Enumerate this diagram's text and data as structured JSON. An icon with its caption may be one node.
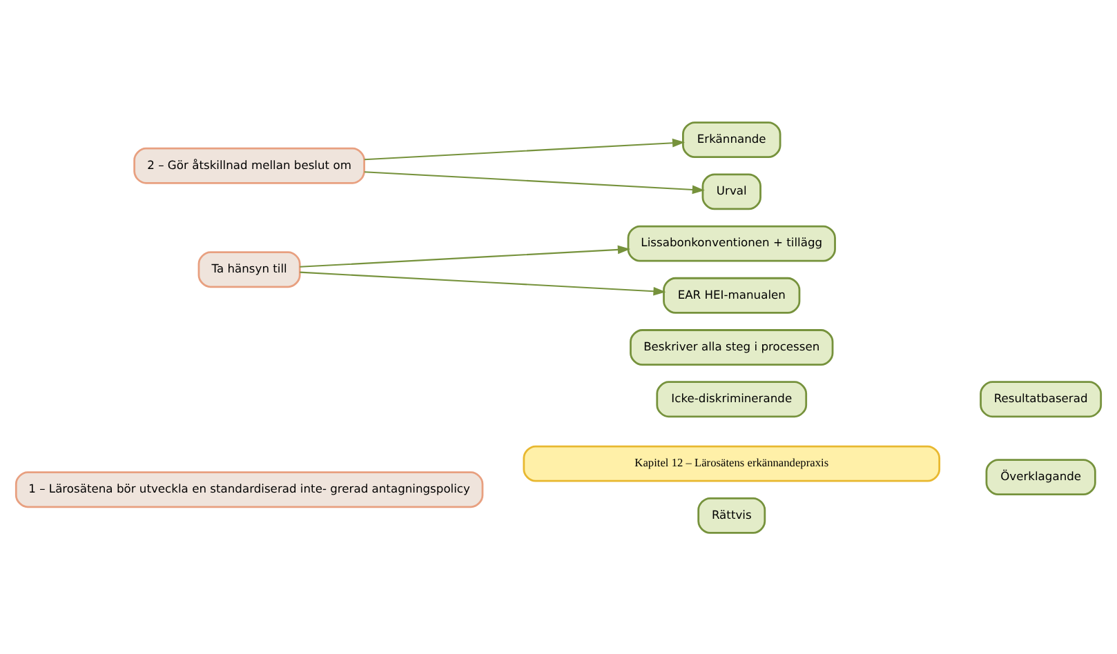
{
  "diagram": {
    "nodes": [
      {
        "text": [
          "Kapitel 12 – Lärosätens erkännandepraxis"
        ]
      },
      {
        "text": [
          "1 – Lärosätena bör utveckla en standardiserad inte- grerad antagningspolicy"
        ]
      },
      {
        "text": [
          "Rättvis"
        ]
      },
      {
        "text": [
          "Icke-diskriminerande"
        ]
      },
      {
        "text": [
          "Beskriver alla steg i processen"
        ]
      },
      {
        "text": [
          "Överklagande"
        ]
      },
      {
        "text": [
          "Resultatbaserad"
        ]
      },
      {
        "text": [
          "Ta hänsyn till"
        ]
      },
      {
        "text": [
          "Lissabonkonventionen + tillägg"
        ]
      },
      {
        "text": [
          "EAR HEI-manualen"
        ]
      },
      {
        "text": [
          "2 – Gör åtskillnad mellan beslut om"
        ]
      },
      {
        "text": [
          "Erkännande"
        ]
      },
      {
        "text": [
          "Urval"
        ]
      }
    ],
    "edges": [
      {
        "from": 7,
        "to": 8,
        "arrow": "to"
      },
      {
        "from": 7,
        "to": 9,
        "arrow": "to"
      },
      {
        "from": 10,
        "to": 11,
        "arrow": "to"
      },
      {
        "from": 10,
        "to": 12,
        "arrow": "to"
      }
    ]
  }
}
